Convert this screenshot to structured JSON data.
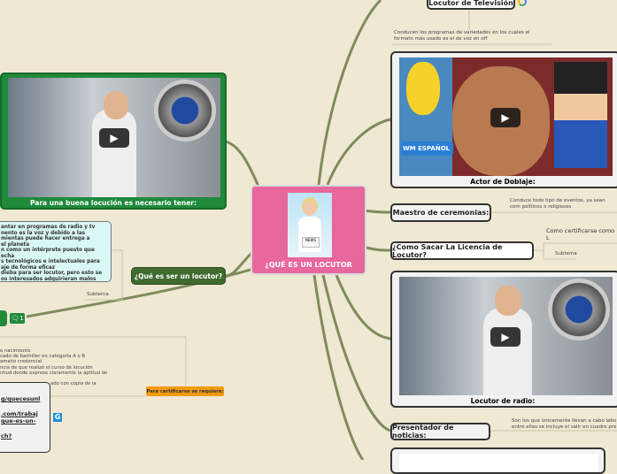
{
  "central": {
    "title": "¿QUÉ ES UN LOCUTOR",
    "color": "#e8679d"
  },
  "left": {
    "video_caption": "Para una buena locución es necesario tener:",
    "note_lines": [
      "antar en programas de radio y tv",
      "nento es la voz y debido a las",
      "mientas puede hacer entrega a",
      "el planeta",
      "n como un intérprete puesto que echa",
      "s tecnológicos e intelectuales para",
      "aje de forma eficaz",
      "dieba para ser locutor, pero esto se",
      "os interesados adquirieran malos"
    ],
    "que_es_label": "¿Qué es ser un locutor?",
    "subtema": "Subtema",
    "comment_count": "1",
    "requisitos_lines": [
      "e nacimiento",
      "cado de bachiller en categoría A o B",
      "amaño credencial",
      "ncia de que realizó el curso de locución",
      "citud donde exprese claramente la aptitud de",
      "",
      "ado con copia de la"
    ],
    "certificar_label": "Para certificarse se requiere:",
    "links": [
      "g/quecesunl",
      ".com/trabaj",
      "que-es-un-",
      "ch?"
    ],
    "g_badge": "G"
  },
  "right": {
    "tv_label": "Locutor de Televisión",
    "tv_text": "Conducen los programas de variedades en los cuales el formato más usado es el de voz en off",
    "doblaje_caption": "Actor de Doblaje:",
    "doblaje_logo": "WM ESPAÑOL",
    "maestro_label": "Maestro de ceremonias:",
    "maestro_text": "Conduce todo tipo de eventos, ya sean com políticos o religiosos",
    "licencia_label": "¿Como Sacar La Licencia de Locutor?",
    "licencia_sub1": "Como certificarse como L",
    "licencia_sub2": "Subtema",
    "radio_caption": "Locutor de radio:",
    "noticias_label": "Presentador de noticias:",
    "noticias_text": "Son los que únicamente llevan a cabo labo entre ellas se incluye el salir en cuadro pre"
  },
  "colors": {
    "branch": "#7f8c5b",
    "green_node": "#3f6b2f",
    "frame_green": "#1f8a3a",
    "orange": "#f39a12",
    "note_bg": "#d9f7f5"
  }
}
